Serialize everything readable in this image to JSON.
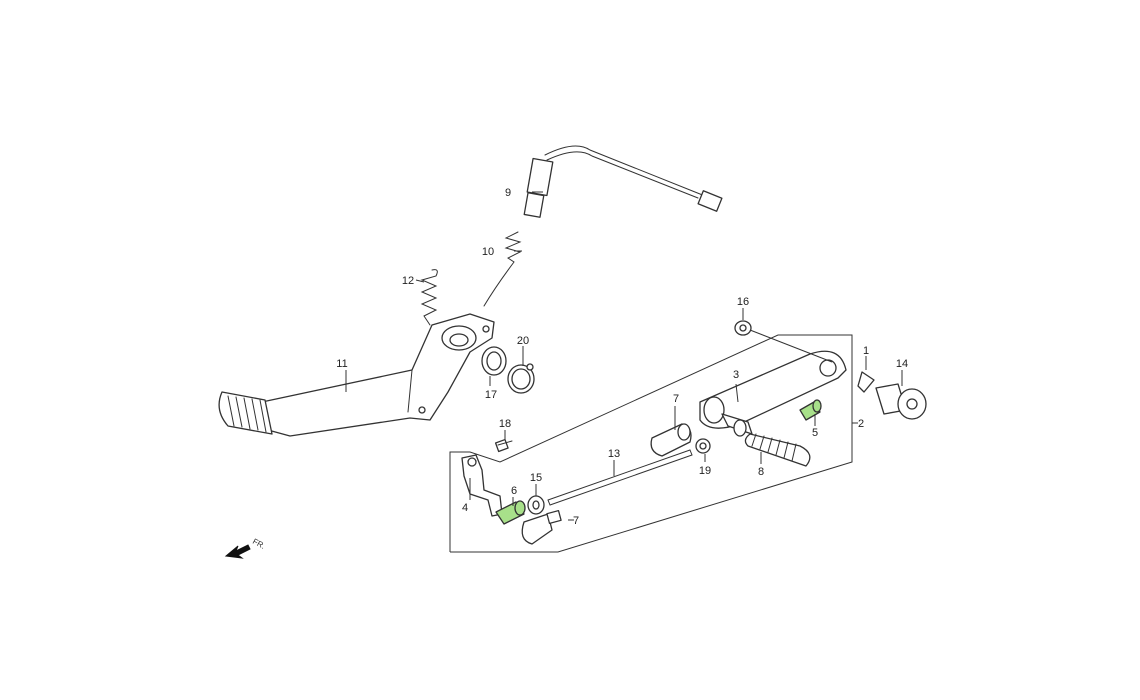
{
  "diagram": {
    "callouts": [
      {
        "id": "c1",
        "text": "1"
      },
      {
        "id": "c2",
        "text": "2"
      },
      {
        "id": "c3",
        "text": "3"
      },
      {
        "id": "c4",
        "text": "4"
      },
      {
        "id": "c5",
        "text": "5"
      },
      {
        "id": "c6",
        "text": "6"
      },
      {
        "id": "c7a",
        "text": "7"
      },
      {
        "id": "c7b",
        "text": "7"
      },
      {
        "id": "c8",
        "text": "8"
      },
      {
        "id": "c9",
        "text": "9"
      },
      {
        "id": "c10",
        "text": "10"
      },
      {
        "id": "c11",
        "text": "11"
      },
      {
        "id": "c12",
        "text": "12"
      },
      {
        "id": "c13",
        "text": "13"
      },
      {
        "id": "c14",
        "text": "14"
      },
      {
        "id": "c15",
        "text": "15"
      },
      {
        "id": "c16",
        "text": "16"
      },
      {
        "id": "c17",
        "text": "17"
      },
      {
        "id": "c18",
        "text": "18"
      },
      {
        "id": "c19",
        "text": "19"
      },
      {
        "id": "c20",
        "text": "20"
      }
    ],
    "direction_label": "FR.",
    "highlight_color": "#a8e08a",
    "line_color": "#333333"
  }
}
